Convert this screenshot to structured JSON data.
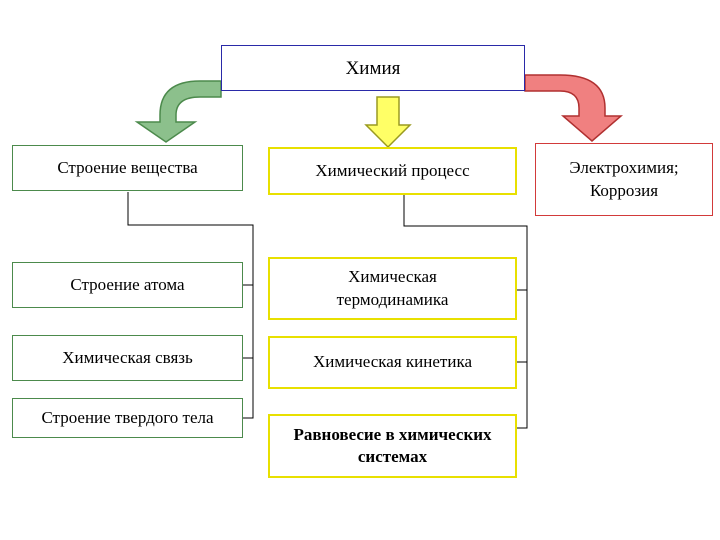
{
  "root": {
    "label": "Химия"
  },
  "left_column": {
    "header": "Строение вещества",
    "items": [
      "Строение атома",
      "Химическая связь",
      "Строение твердого тела"
    ]
  },
  "middle_column": {
    "header": "Химический процесс",
    "items": [
      "Химическая термодинамика",
      "Химическая кинетика",
      "Равновесие в химических системах"
    ]
  },
  "right_column": {
    "header": "Электрохимия; Коррозия"
  },
  "colors": {
    "root_border": "#2a2aa8",
    "green": "#4c8a4c",
    "green_fill": "#8cc08c",
    "yellow": "#e8e000",
    "yellow_fill": "#ffff66",
    "red": "#d23a3a",
    "red_fill": "#f08080"
  }
}
